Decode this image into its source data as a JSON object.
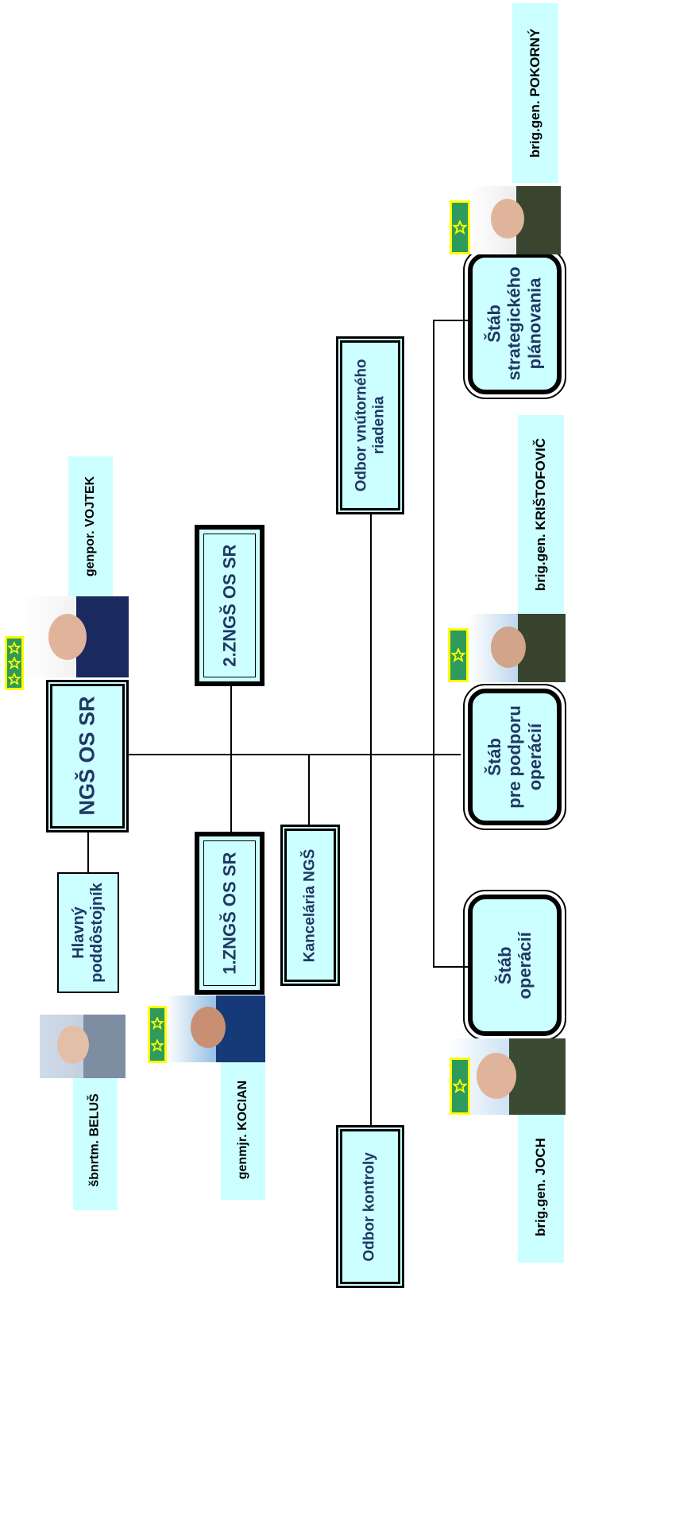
{
  "org": {
    "ngs": "NGŠ OS SR",
    "zngs1": "1.ZNGŠ OS SR",
    "zngs2": "2.ZNGŠ OS SR",
    "hlavny": [
      "Hlavný",
      "poddôstojník"
    ],
    "kancelaria": "Kancelária NGŠ",
    "kontrola": "Odbor kontroly",
    "vnutorne": [
      "Odbor vnútorného",
      "riadenia"
    ],
    "stab_operacii": [
      "Štáb",
      "operácií"
    ],
    "stab_podpora": [
      "Štáb",
      "pre podporu",
      "operácií"
    ],
    "stab_strategia": [
      "Štáb",
      "strategického",
      "plánovania"
    ]
  },
  "people": {
    "vojtek": "genpor. VOJTEK",
    "belus": "šbnrtm. BELUŠ",
    "kocian": "genmjr. KOCIAN",
    "joch": "brig.gen. JOCH",
    "kristofovic": "brig.gen. KRIŠTOFOVIČ",
    "pokorny": "brig.gen. POKORNÝ"
  },
  "colors": {
    "box_fill": "#ccffff",
    "box_text": "#1f3864",
    "rank_green": "#2e9a5c",
    "rank_star": "#ffff00"
  }
}
